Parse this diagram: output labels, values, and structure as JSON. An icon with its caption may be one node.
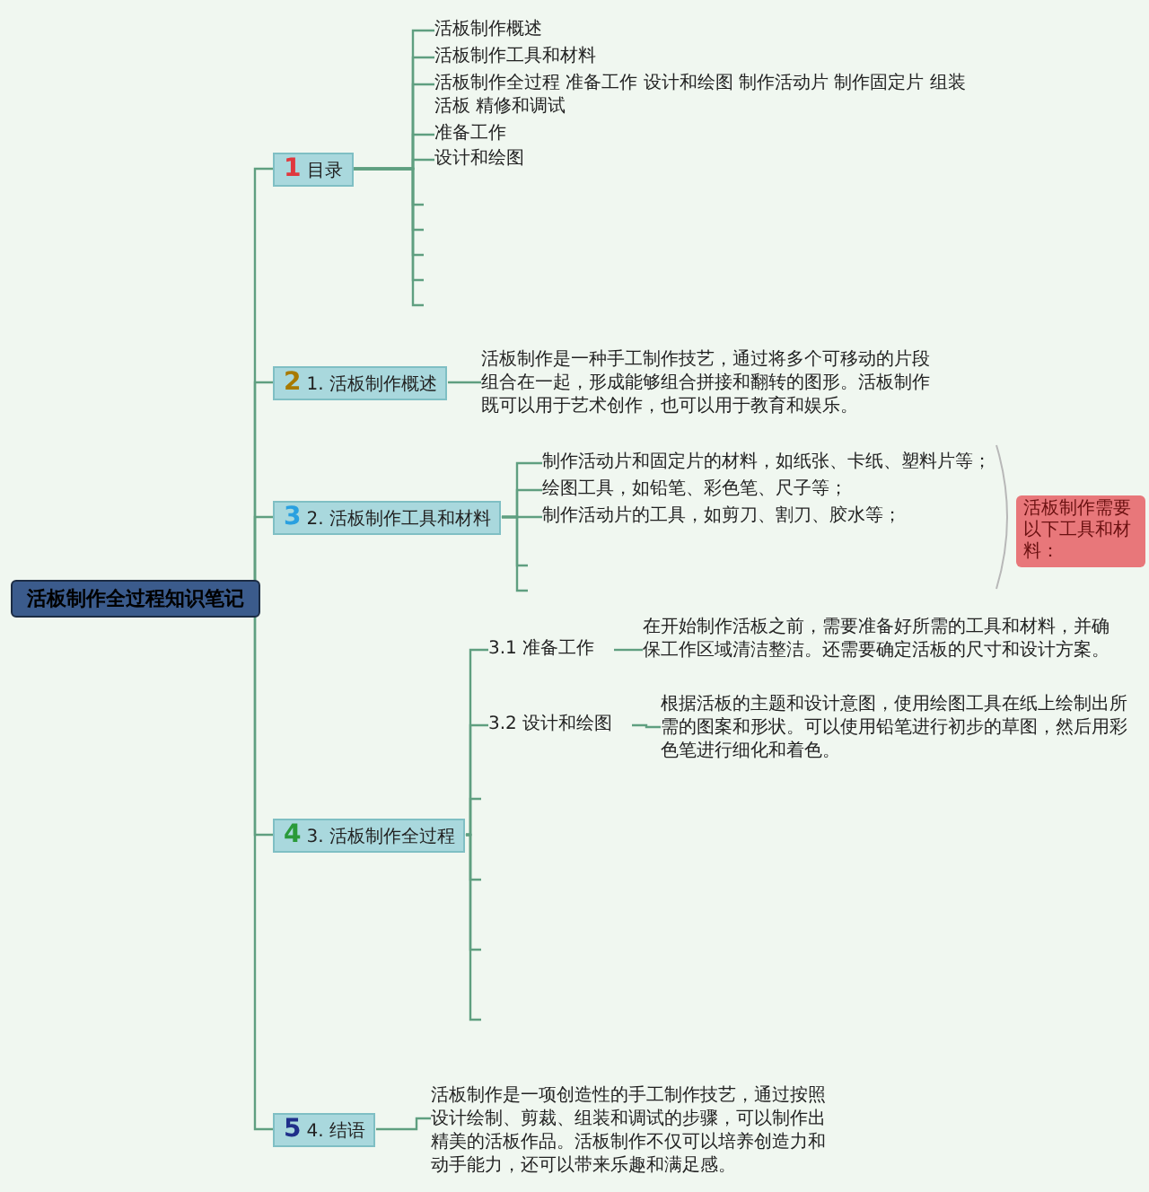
{
  "diagram": {
    "nodes": [
      {
        "text": [
          "活板制作全过程知识笔记"
        ]
      },
      {
        "text": [
          "1",
          "目录"
        ]
      },
      {
        "text": [
          "活板制作概述"
        ]
      },
      {
        "text": [
          "活板制作工具和材料"
        ]
      },
      {
        "text": [
          "活板制作全过程 准备工作 设计和绘图 制作活动片 制作固定片 组装活板 精修和调试"
        ]
      },
      {
        "text": [
          "准备工作"
        ]
      },
      {
        "text": [
          "设计和绘图"
        ]
      },
      {
        "text": [
          "2",
          "1. 活板制作概述"
        ]
      },
      {
        "text": [
          "活板制作是一种手工制作技艺，通过将多个可移动的片段组合在一起，形成能够组合拼接和翻转的图形。活板制作既可以用于艺术创作，也可以用于教育和娱乐。"
        ]
      },
      {
        "text": [
          "3",
          "2. 活板制作工具和材料"
        ]
      },
      {
        "text": [
          "制作活动片和固定片的材料，如纸张、卡纸、塑料片等；"
        ]
      },
      {
        "text": [
          "绘图工具，如铅笔、彩色笔、尺子等；"
        ]
      },
      {
        "text": [
          "制作活动片的工具，如剪刀、割刀、胶水等；"
        ]
      },
      {
        "text": [
          "活板制作需要以下工具和材料："
        ]
      },
      {
        "text": [
          "4",
          "3. 活板制作全过程"
        ]
      },
      {
        "text": [
          "3.1 准备工作"
        ]
      },
      {
        "text": [
          "在开始制作活板之前，需要准备好所需的工具和材料，并确保工作区域清洁整洁。还需要确定活板的尺寸和设计方案。"
        ]
      },
      {
        "text": [
          "3.2 设计和绘图"
        ]
      },
      {
        "text": [
          "根据活板的主题和设计意图，使用绘图工具在纸上绘制出所需的图案和形状。可以使用铅笔进行初步的草图，然后用彩色笔进行细化和着色。"
        ]
      },
      {
        "text": [
          "5",
          "4. 结语"
        ]
      },
      {
        "text": [
          "活板制作是一项创造性的手工制作技艺，通过按照设计绘制、剪裁、组装和调试的步骤，可以制作出精美的活板作品。活板制作不仅可以培养创造力和动手能力，还可以带来乐趣和满足感。"
        ]
      }
    ],
    "edges": [
      {
        "from": 0,
        "to": 1,
        "arrow": "none"
      },
      {
        "from": 0,
        "to": 7,
        "arrow": "none"
      },
      {
        "from": 0,
        "to": 9,
        "arrow": "none"
      },
      {
        "from": 0,
        "to": 14,
        "arrow": "none"
      },
      {
        "from": 0,
        "to": 19,
        "arrow": "none"
      },
      {
        "from": 1,
        "to": 2,
        "arrow": "none"
      },
      {
        "from": 1,
        "to": 3,
        "arrow": "none"
      },
      {
        "from": 1,
        "to": 4,
        "arrow": "none"
      },
      {
        "from": 1,
        "to": 5,
        "arrow": "none"
      },
      {
        "from": 1,
        "to": 6,
        "arrow": "none"
      },
      {
        "from": 1,
        "to": null,
        "arrow": "none"
      },
      {
        "from": 1,
        "to": null,
        "arrow": "none"
      },
      {
        "from": 1,
        "to": null,
        "arrow": "none"
      },
      {
        "from": 1,
        "to": null,
        "arrow": "none"
      },
      {
        "from": 1,
        "to": null,
        "arrow": "none"
      },
      {
        "from": 7,
        "to": 8,
        "arrow": "none"
      },
      {
        "from": 9,
        "to": 10,
        "arrow": "none"
      },
      {
        "from": 9,
        "to": 11,
        "arrow": "none"
      },
      {
        "from": 9,
        "to": 12,
        "arrow": "none"
      },
      {
        "from": 9,
        "to": null,
        "arrow": "none"
      },
      {
        "from": 9,
        "to": null,
        "arrow": "none"
      },
      {
        "from": 14,
        "to": 15,
        "arrow": "none"
      },
      {
        "from": 14,
        "to": 17,
        "arrow": "none"
      },
      {
        "from": 14,
        "to": null,
        "arrow": "none"
      },
      {
        "from": 14,
        "to": null,
        "arrow": "none"
      },
      {
        "from": 14,
        "to": null,
        "arrow": "none"
      },
      {
        "from": 14,
        "to": null,
        "arrow": "none"
      },
      {
        "from": 15,
        "to": 16,
        "arrow": "none"
      },
      {
        "from": 17,
        "to": 18,
        "arrow": "none"
      },
      {
        "from": 19,
        "to": 20,
        "arrow": "none"
      }
    ]
  }
}
